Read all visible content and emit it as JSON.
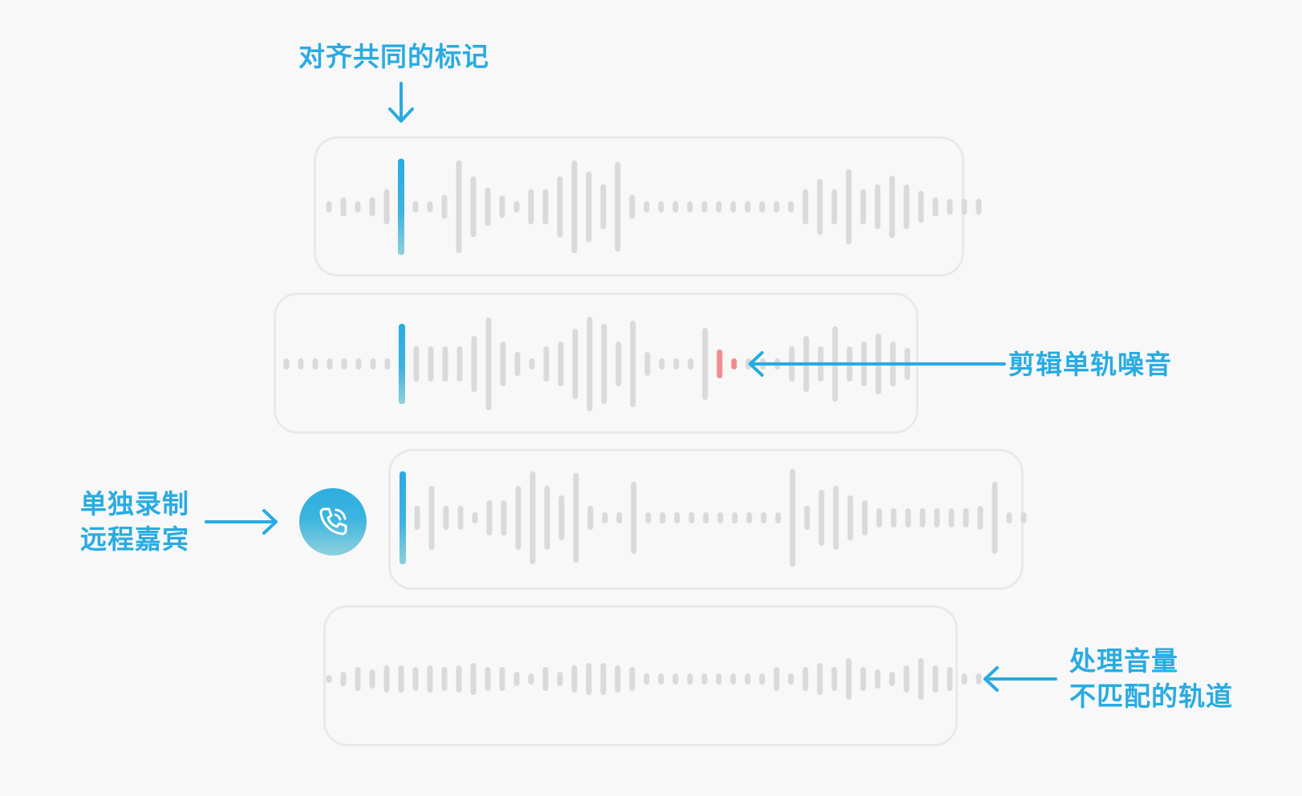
{
  "annotations": {
    "align_markers": "对齐共同的标记",
    "cut_noise": "剪辑单轨噪音",
    "remote_guest_line1": "单独录制",
    "remote_guest_line2": "远程嘉宾",
    "volume_line1": "处理音量",
    "volume_line2": "不匹配的轨道"
  },
  "icons": {
    "call": "phone-call-icon",
    "arrow": "arrow-icon"
  },
  "colors": {
    "accent": "#29abe2",
    "accent_fade": "#8fd0dc",
    "bar": "#dadada",
    "noise": "#ef8e8e",
    "track_border": "#e9e9e9",
    "background": "#f8f8f8"
  },
  "tracks": [
    {
      "name": "track-1",
      "marker_index": 5,
      "noise_indices": [],
      "amplitudes": [
        14,
        24,
        14,
        24,
        44,
        120,
        14,
        14,
        30,
        116,
        76,
        48,
        28,
        14,
        44,
        44,
        76,
        116,
        88,
        56,
        112,
        30,
        14,
        14,
        14,
        14,
        14,
        14,
        14,
        14,
        14,
        14,
        14,
        44,
        70,
        44,
        94,
        44,
        56,
        78,
        56,
        40,
        24,
        20,
        20,
        20
      ]
    },
    {
      "name": "track-2",
      "marker_index": 8,
      "noise_indices": [
        30,
        31
      ],
      "amplitudes": [
        14,
        14,
        14,
        14,
        14,
        14,
        14,
        14,
        100,
        44,
        44,
        44,
        44,
        70,
        116,
        56,
        30,
        14,
        44,
        56,
        88,
        118,
        100,
        56,
        108,
        30,
        14,
        14,
        14,
        90,
        36,
        14,
        14,
        14,
        14,
        44,
        70,
        44,
        94,
        44,
        56,
        76,
        56,
        40
      ]
    },
    {
      "name": "track-3",
      "marker_index": 0,
      "noise_indices": [],
      "amplitudes": [
        116,
        30,
        80,
        30,
        30,
        14,
        44,
        44,
        80,
        116,
        80,
        56,
        112,
        30,
        14,
        14,
        90,
        14,
        14,
        14,
        14,
        14,
        14,
        14,
        14,
        14,
        14,
        122,
        30,
        70,
        80,
        56,
        44,
        24,
        24,
        24,
        24,
        24,
        24,
        24,
        30,
        90,
        14,
        14
      ]
    },
    {
      "name": "track-4",
      "marker_index": -1,
      "noise_indices": [],
      "amplitudes": [
        10,
        18,
        30,
        24,
        34,
        34,
        30,
        34,
        30,
        34,
        40,
        30,
        30,
        18,
        14,
        30,
        18,
        34,
        40,
        40,
        34,
        30,
        14,
        14,
        14,
        14,
        14,
        14,
        14,
        14,
        14,
        30,
        14,
        30,
        40,
        30,
        52,
        30,
        24,
        18,
        34,
        52,
        34,
        30,
        14,
        14
      ]
    }
  ]
}
